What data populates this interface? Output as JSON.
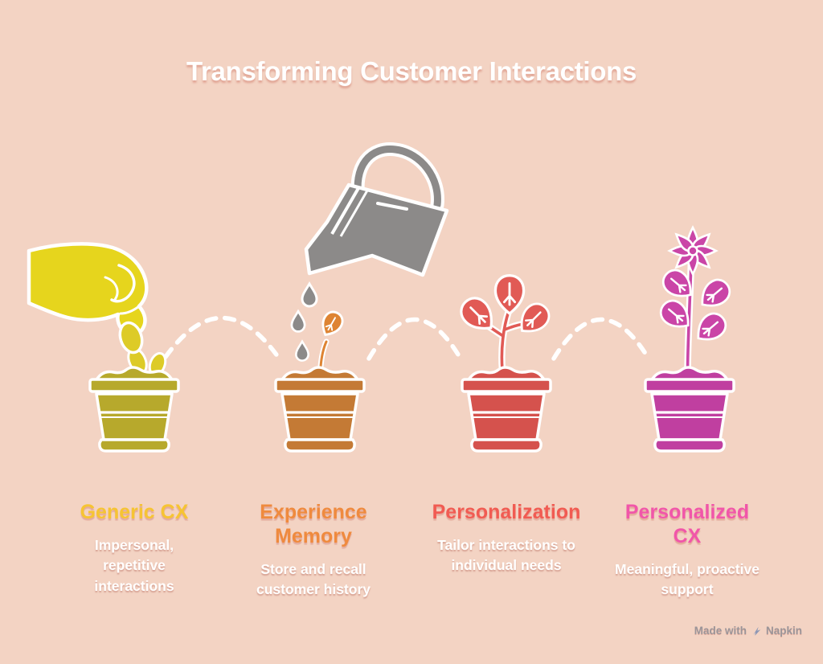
{
  "theme": {
    "background": "#f3d3c3",
    "outline": "#ffffff"
  },
  "title": {
    "text": "Transforming Customer Interactions",
    "color": "#ffffff"
  },
  "stages": [
    {
      "label": "Generic CX",
      "label_color": "#f6c433",
      "description": "Impersonal, repetitive interactions",
      "pot_color": "#b7a92c",
      "plant_color": "#e6d51d",
      "icon": "hand-dropping-seed"
    },
    {
      "label": "Experience Memory",
      "label_color": "#ef8a3e",
      "description": "Store and recall customer history",
      "pot_color": "#c47a35",
      "plant_color": "#de8433",
      "icon": "watering-can-sprout"
    },
    {
      "label": "Personalization",
      "label_color": "#f15b52",
      "description": "Tailor interactions to individual needs",
      "pot_color": "#d5524d",
      "plant_color": "#e15a55",
      "icon": "young-plant"
    },
    {
      "label": "Personalized CX",
      "label_color": "#f156a9",
      "description": "Meaningful, proactive support",
      "pot_color": "#c03fa0",
      "plant_color": "#ca45a7",
      "icon": "flowering-plant"
    }
  ],
  "extras": {
    "hand_color": "#e6d51d",
    "seed_color": "#ddcb27",
    "watering_can_color": "#8c8a89",
    "water_drop_color": "#8c8a89",
    "connector_color": "#ffffff"
  },
  "watermark": {
    "prefix": "Made with",
    "brand": "Napkin",
    "color": "#9b9599",
    "icon_color": "#8d97b5"
  }
}
